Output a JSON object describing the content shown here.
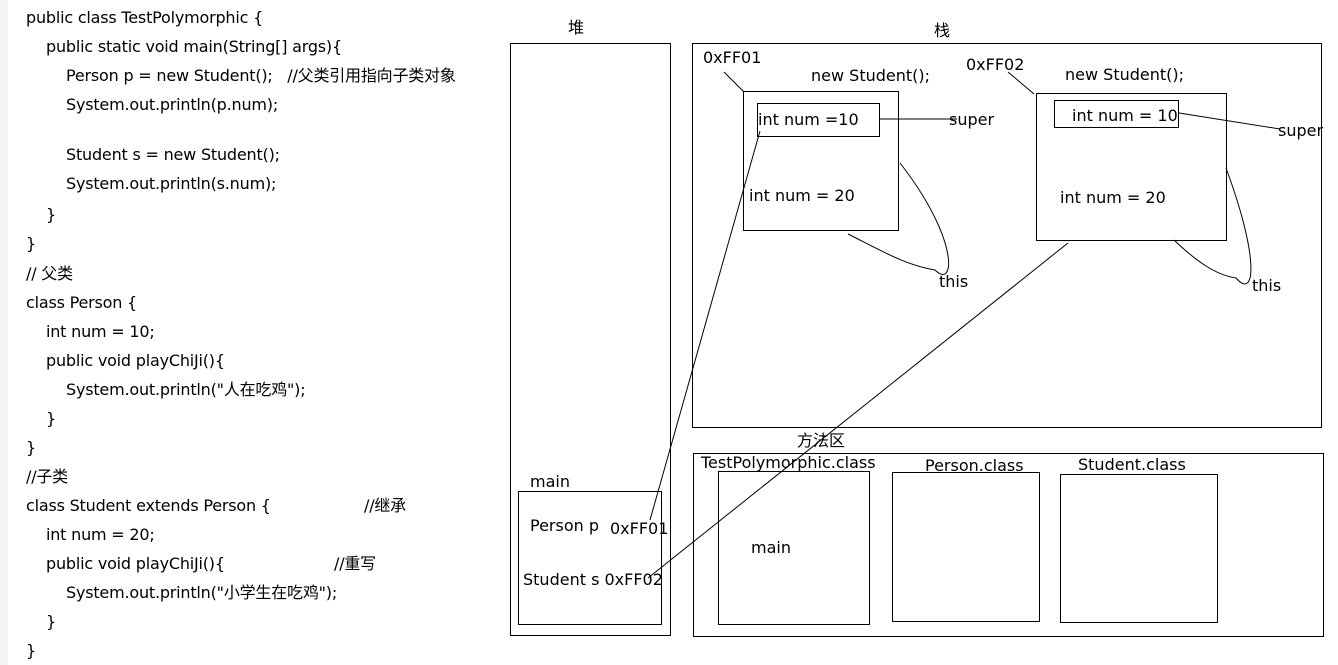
{
  "code": {
    "lines": [
      "public class TestPolymorphic {",
      "public static void main(String[] args){",
      "Person p = new Student();   //父类引用指向子类对象",
      "System.out.println(p.num);",
      "Student s = new Student();",
      "System.out.println(s.num);",
      "}",
      "}",
      "// 父类",
      "class Person {",
      "int num = 10;",
      "public void playChiJi(){",
      "System.out.println(\"人在吃鸡\");",
      "}",
      "}",
      "//子类",
      "class Student extends Person {",
      "//继承",
      "int num = 20;",
      "public void playChiJi(){",
      "//重写",
      "System.out.println(\"小学生在吃鸡\");",
      "}",
      "}"
    ]
  },
  "diagram": {
    "heap_title": "堆",
    "stack_title": "栈",
    "method_area_title": "方法区",
    "main_frame": {
      "label": "main",
      "var_p": "Person p",
      "var_p_addr": "0xFF01",
      "var_s": "Student s 0xFF02"
    },
    "object1": {
      "addr": "0xFF01",
      "title": "new Student();",
      "super_field": "int num =10",
      "field": "int num = 20",
      "super_label": "super",
      "this_label": "this"
    },
    "object2": {
      "addr": "0xFF02",
      "title": "new Student();",
      "super_field": "int num = 10",
      "field": "int num = 20",
      "super_label": "super",
      "this_label": "this"
    },
    "classes": {
      "test": "TestPolymorphic.class",
      "test_member": "main",
      "person": "Person.class",
      "student": "Student.class"
    }
  }
}
